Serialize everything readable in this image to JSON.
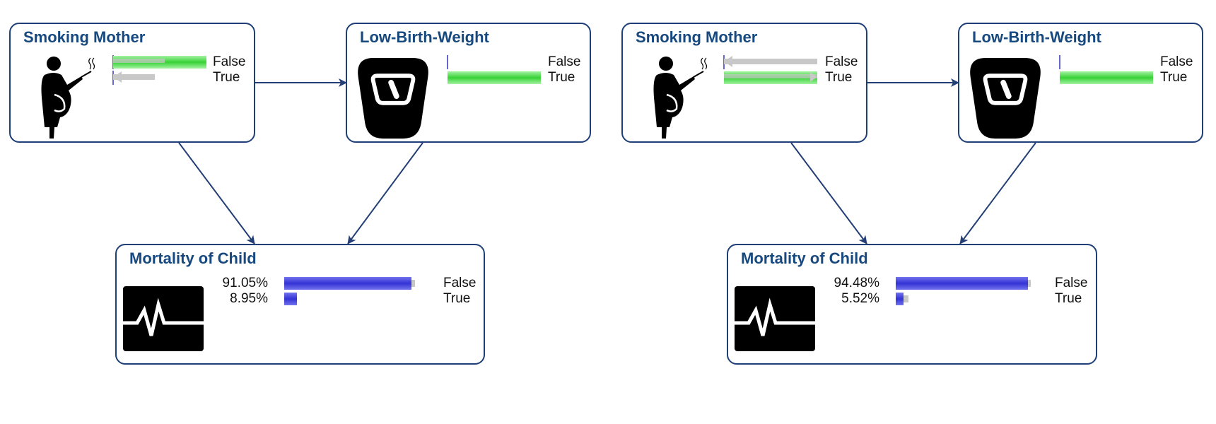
{
  "colors": {
    "border": "#1e3f77",
    "title": "#17497f",
    "arrow": "#243f75",
    "evidence_bar": "#37d235",
    "belief_bar": "#3333d6",
    "prior_bar": "#c8c8c8"
  },
  "states": {
    "false_label": "False",
    "true_label": "True"
  },
  "networks": [
    {
      "smoking_mother": {
        "title": "Smoking Mother",
        "icon": "pregnant-smoking-woman-icon",
        "false_value": 1.0,
        "true_value": 0.0,
        "false_prior": 0.55,
        "true_prior": 0.45
      },
      "low_birth_weight": {
        "title": "Low-Birth-Weight",
        "icon": "weighing-scale-icon",
        "false_value": 0.0,
        "true_value": 1.0
      },
      "mortality": {
        "title": "Mortality of Child",
        "icon": "heartbeat-monitor-icon",
        "false_pct": "91.05%",
        "true_pct": "8.95%",
        "false_value": 0.9105,
        "true_value": 0.0895,
        "false_prior": 0.935,
        "true_prior": 0.065
      }
    },
    {
      "smoking_mother": {
        "title": "Smoking Mother",
        "icon": "pregnant-smoking-woman-icon",
        "false_value": 0.0,
        "true_value": 1.0,
        "false_prior": 1.0,
        "true_prior": 1.0
      },
      "low_birth_weight": {
        "title": "Low-Birth-Weight",
        "icon": "weighing-scale-icon",
        "false_value": 0.0,
        "true_value": 1.0
      },
      "mortality": {
        "title": "Mortality of Child",
        "icon": "heartbeat-monitor-icon",
        "false_pct": "94.48%",
        "true_pct": "5.52%",
        "false_value": 0.9448,
        "true_value": 0.0552,
        "false_prior": 0.965,
        "true_prior": 0.09
      }
    }
  ]
}
